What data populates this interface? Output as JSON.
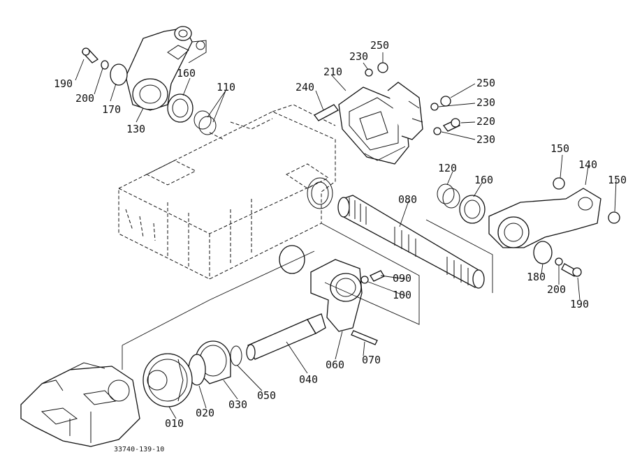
{
  "diagram": {
    "figure_code": "33740-139-10",
    "labels": [
      {
        "id": "190a",
        "text": "190"
      },
      {
        "id": "200a",
        "text": "200"
      },
      {
        "id": "170",
        "text": "170"
      },
      {
        "id": "130",
        "text": "130"
      },
      {
        "id": "160a",
        "text": "160"
      },
      {
        "id": "110",
        "text": "110"
      },
      {
        "id": "240",
        "text": "240"
      },
      {
        "id": "210",
        "text": "210"
      },
      {
        "id": "230a",
        "text": "230"
      },
      {
        "id": "250a",
        "text": "250"
      },
      {
        "id": "250b",
        "text": "250"
      },
      {
        "id": "230b",
        "text": "230"
      },
      {
        "id": "220",
        "text": "220"
      },
      {
        "id": "230c",
        "text": "230"
      },
      {
        "id": "150a",
        "text": "150"
      },
      {
        "id": "140",
        "text": "140"
      },
      {
        "id": "150b",
        "text": "150"
      },
      {
        "id": "120",
        "text": "120"
      },
      {
        "id": "160b",
        "text": "160"
      },
      {
        "id": "080",
        "text": "080"
      },
      {
        "id": "090",
        "text": "090"
      },
      {
        "id": "100",
        "text": "100"
      },
      {
        "id": "180",
        "text": "180"
      },
      {
        "id": "200b",
        "text": "200"
      },
      {
        "id": "190b",
        "text": "190"
      },
      {
        "id": "060",
        "text": "060"
      },
      {
        "id": "070",
        "text": "070"
      },
      {
        "id": "040",
        "text": "040"
      },
      {
        "id": "050",
        "text": "050"
      },
      {
        "id": "030",
        "text": "030"
      },
      {
        "id": "020",
        "text": "020"
      },
      {
        "id": "010",
        "text": "010"
      }
    ]
  }
}
